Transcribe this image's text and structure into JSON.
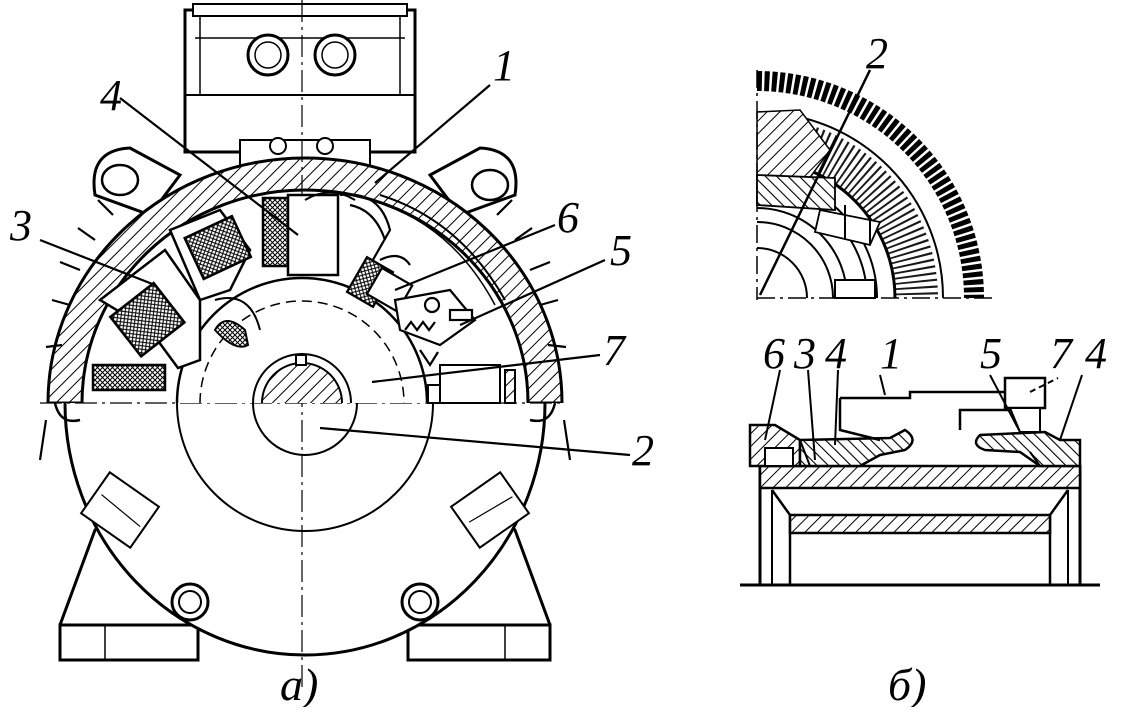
{
  "figure_a": {
    "caption": "а)",
    "callouts": [
      "1",
      "2",
      "3",
      "4",
      "5",
      "6",
      "7"
    ]
  },
  "figure_b": {
    "caption": "б)",
    "top_label": "2",
    "bottom_labels": [
      "6",
      "3",
      "4",
      "1",
      "5",
      "7",
      "4"
    ]
  }
}
